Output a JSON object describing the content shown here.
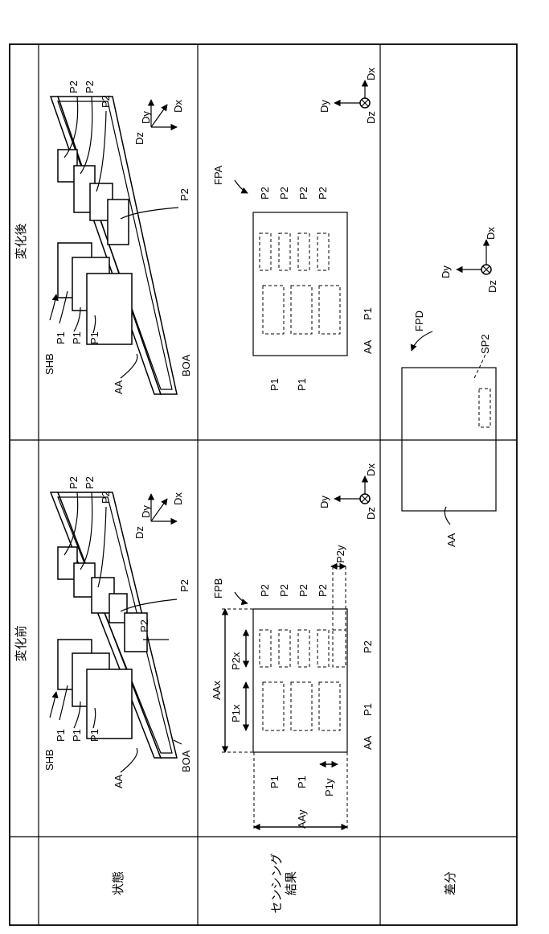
{
  "headers": {
    "before": "変化前",
    "after": "変化後",
    "state": "状態",
    "sensing_line1": "センシング",
    "sensing_line2": "結果",
    "diff": "差分"
  },
  "labels": {
    "SHB": "SHB",
    "AA": "AA",
    "BOA": "BOA",
    "P1": "P1",
    "P2": "P2",
    "FPB": "FPB",
    "FPA": "FPA",
    "FPD": "FPD",
    "AAx": "AAx",
    "AAy": "AAy",
    "P1x": "P1x",
    "P1y": "P1y",
    "P2x": "P2x",
    "P2y": "P2y",
    "SP2": "SP2"
  },
  "axes": {
    "Dx": "Dx",
    "Dy": "Dy",
    "Dz": "Dz"
  }
}
